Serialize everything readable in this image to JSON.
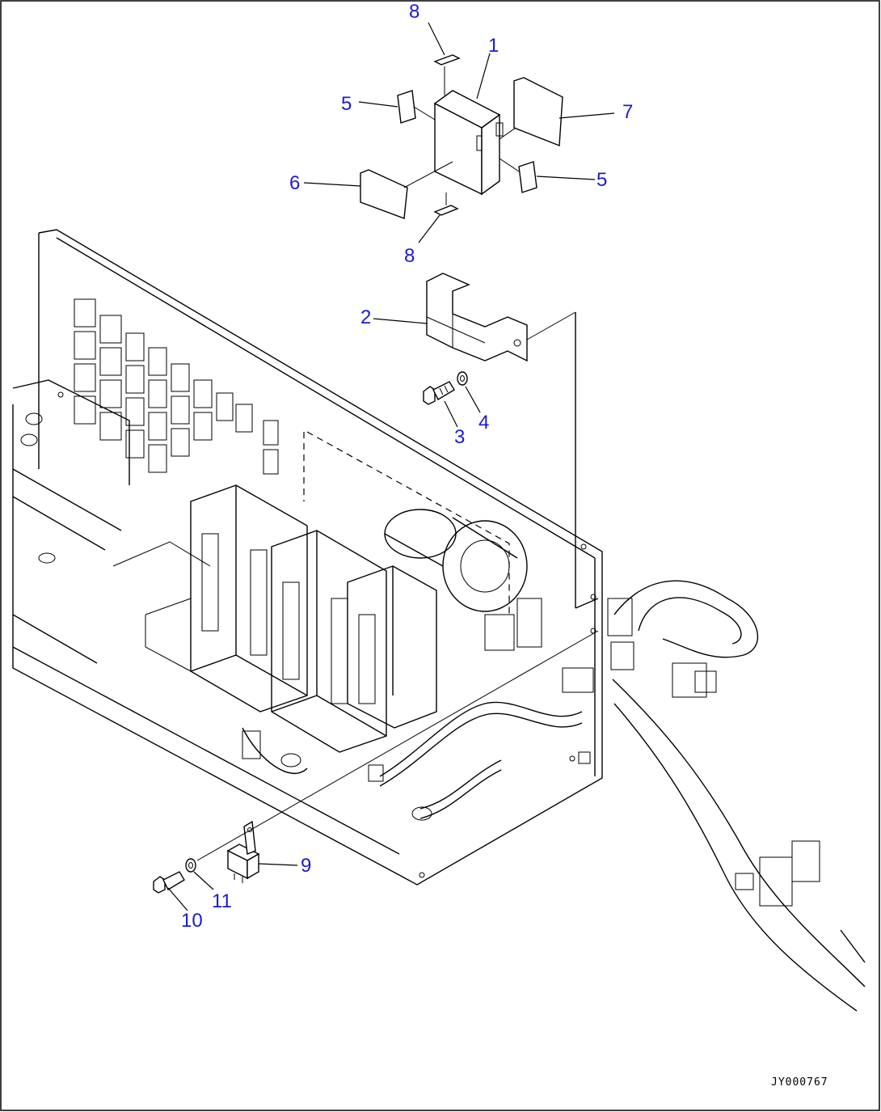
{
  "diagram": {
    "callouts": {
      "c1": "1",
      "c2": "2",
      "c3": "3",
      "c4": "4",
      "c5a": "5",
      "c5b": "5",
      "c6": "6",
      "c7": "7",
      "c8a": "8",
      "c8b": "8",
      "c9": "9",
      "c10": "10",
      "c11": "11"
    },
    "reference_code": "JY000767",
    "colors": {
      "callout": "#1a1ad8",
      "line": "#000000",
      "background": "#ffffff"
    }
  }
}
